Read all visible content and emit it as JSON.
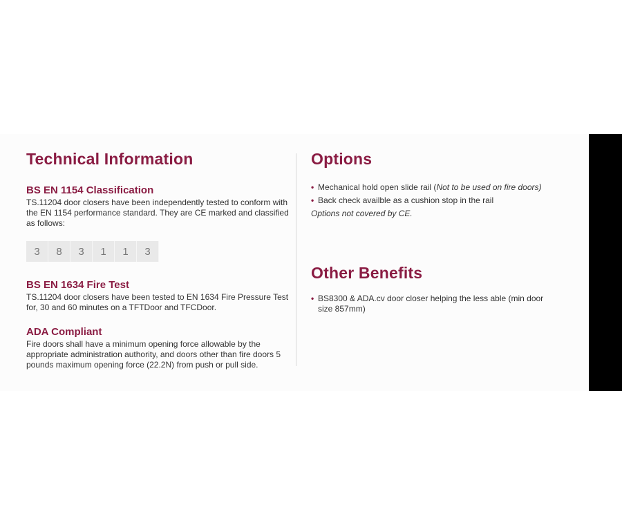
{
  "left": {
    "title": "Technical Information",
    "bs1154": {
      "heading": "BS EN 1154 Classification",
      "text": "TS.11204 door closers have been independently tested to conform with the EN 1154 performance standard. They are CE marked and classified as follows:",
      "digits": [
        "3",
        "8",
        "3",
        "1",
        "1",
        "3"
      ]
    },
    "bs1634": {
      "heading": "BS EN 1634 Fire Test",
      "text": "TS.11204 door closers have been tested to EN 1634 Fire Pressure Test for, 30 and 60 minutes on a TFTDoor and TFCDoor."
    },
    "ada": {
      "heading": "ADA Compliant",
      "text": "Fire doors shall have a minimum opening force allowable by the appropriate administration authority, and doors other than fire doors 5 pounds maximum opening force (22.2N) from push or pull side."
    }
  },
  "right": {
    "options": {
      "title": "Options",
      "item1_main": "Mechanical hold open slide rail (",
      "item1_note": "Not to be used on fire doors)",
      "item2": "Back check availble as a cushion stop in the rail",
      "note": "Options not covered by CE."
    },
    "benefits": {
      "title": "Other Benefits",
      "item1": "BS8300 & ADA.cv door closer helping the less able (min door size 857mm)"
    },
    "bullet": "•"
  },
  "colors": {
    "accent": "#8a1c43",
    "text": "#333333",
    "box": "#e9e9e9",
    "bar": "#000000"
  }
}
